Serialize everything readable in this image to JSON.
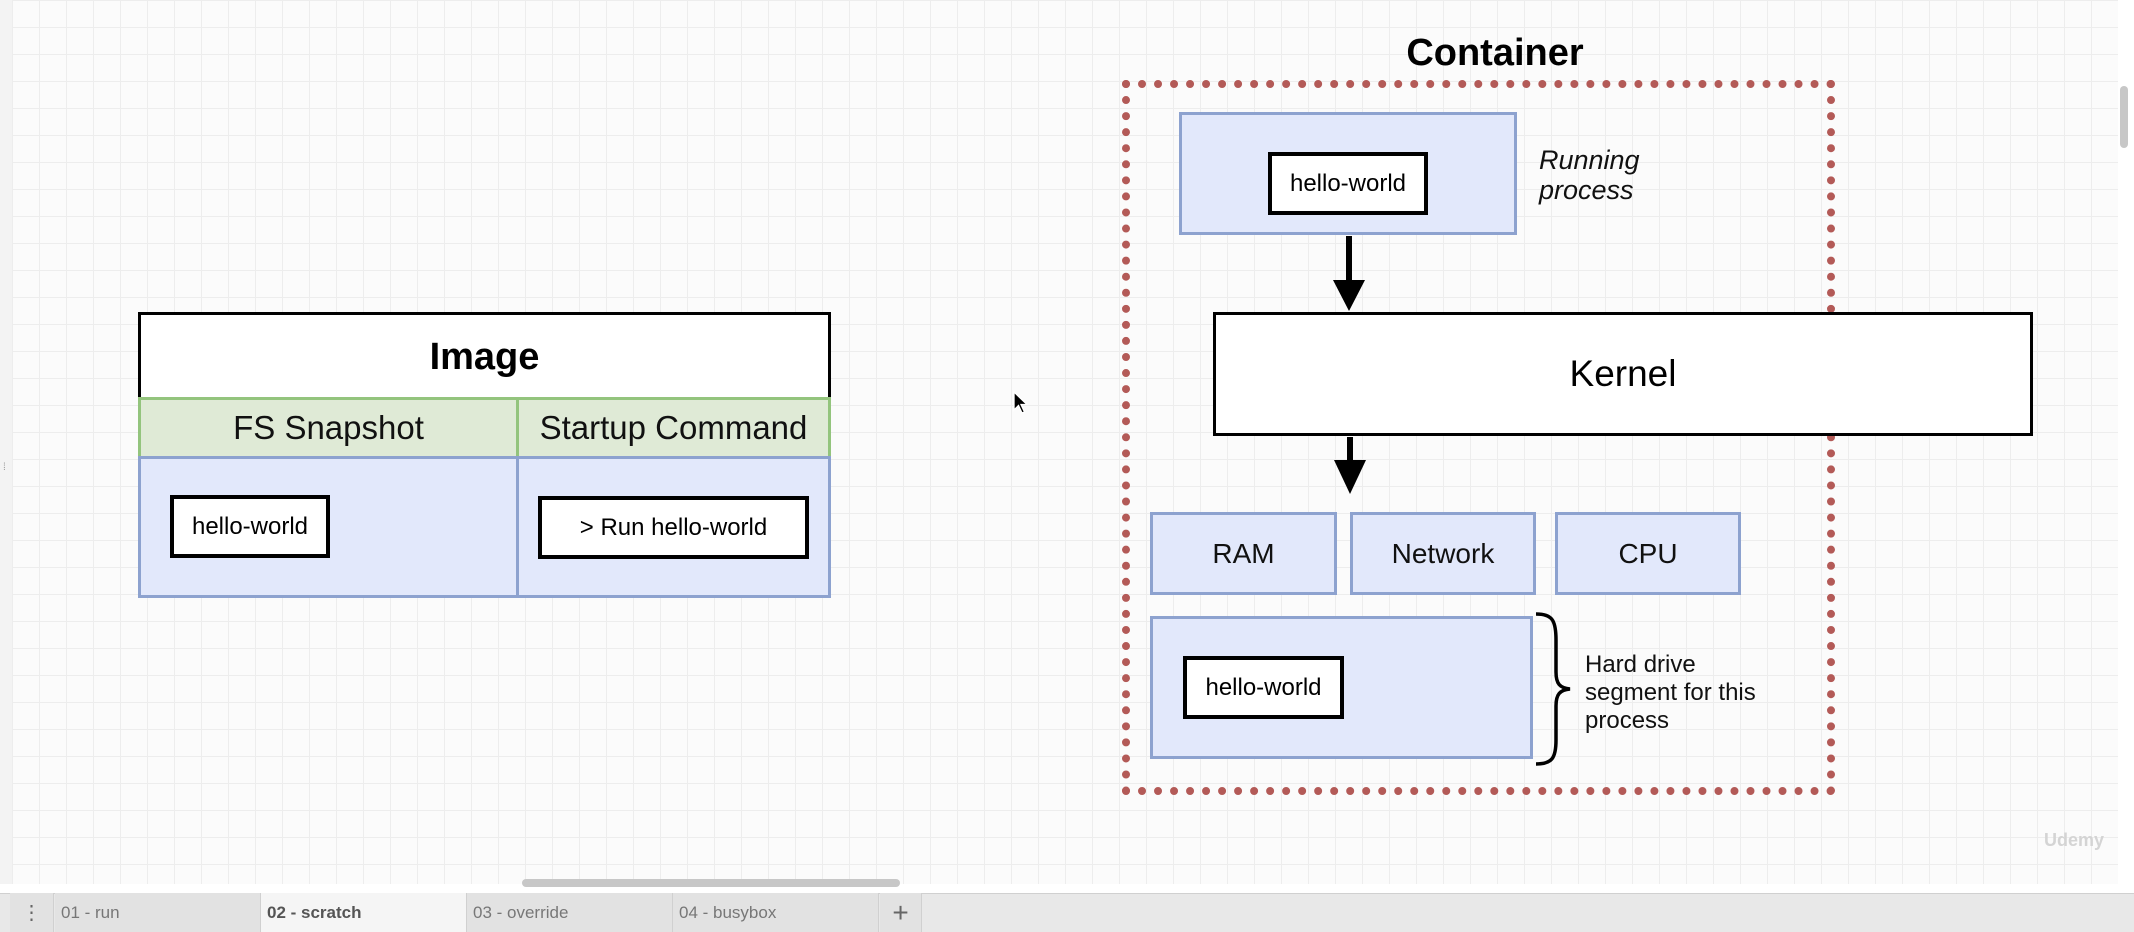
{
  "image_block": {
    "title": "Image",
    "fs_snapshot_header": "FS Snapshot",
    "startup_command_header": "Startup Command",
    "fs_snapshot_item": "hello-world",
    "startup_command_item": "> Run hello-world"
  },
  "container_block": {
    "title": "Container",
    "process_box_label": "hello-world",
    "process_note_line1": "Running",
    "process_note_line2": "process",
    "kernel_label": "Kernel",
    "resources": [
      "RAM",
      "Network",
      "CPU"
    ],
    "hard_drive_item": "hello-world",
    "hard_drive_note_line1": "Hard drive",
    "hard_drive_note_line2": "segment for this",
    "hard_drive_note_line3": "process"
  },
  "watermark": "Udemy",
  "tabs": [
    {
      "label": "01 - run",
      "active": false
    },
    {
      "label": "02 - scratch",
      "active": true
    },
    {
      "label": "03 - override",
      "active": false
    },
    {
      "label": "04 - busybox",
      "active": false
    }
  ],
  "tabs_menu_glyph": "⋮",
  "add_tab_glyph": "+",
  "colors": {
    "green_header_fill": "#dfead6",
    "green_header_border": "#93c47d",
    "blue_fill": "#e2e8fb",
    "blue_border": "#8da2cf",
    "container_border": "#b35a57"
  },
  "icons": {
    "tabs_menu": "vertical-dots-icon",
    "add_tab": "plus-icon",
    "cursor": "mouse-pointer-icon",
    "brace": "right-brace-icon"
  }
}
